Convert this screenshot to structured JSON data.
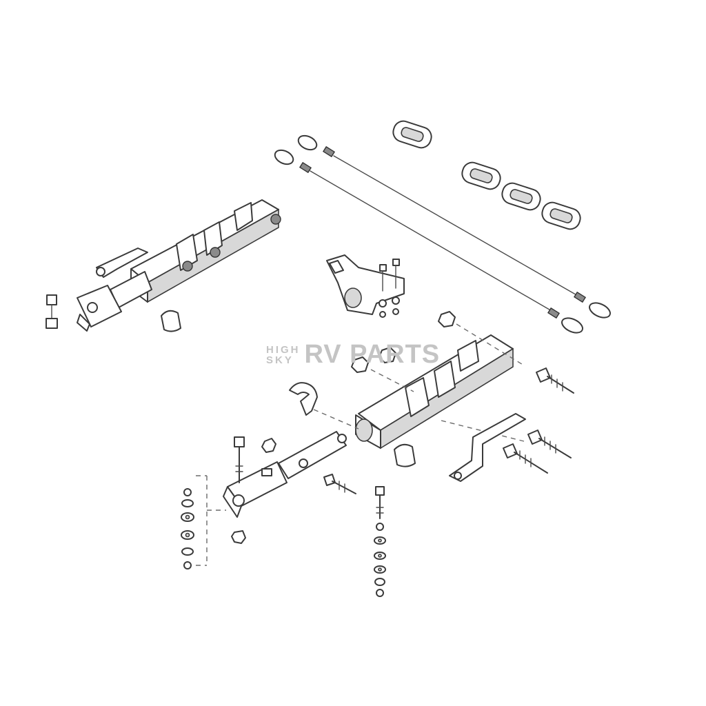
{
  "watermark": {
    "line1": "HIGH",
    "line2": "SKY",
    "brand": "RV PARTS"
  },
  "colors": {
    "line": "#3a3a3a",
    "shade": "#d8d8d8",
    "watermark": "#c4c4c4",
    "background": "#ffffff"
  }
}
